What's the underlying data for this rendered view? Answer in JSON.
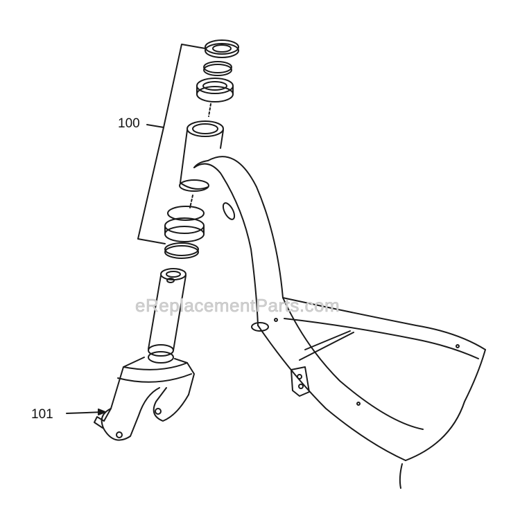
{
  "callouts": {
    "headset_assembly": "100",
    "fork": "101"
  },
  "watermark": "eReplacementParts.com",
  "colors": {
    "line": "#1a1a1a",
    "background": "#ffffff",
    "watermark": "#d2d2d2"
  }
}
